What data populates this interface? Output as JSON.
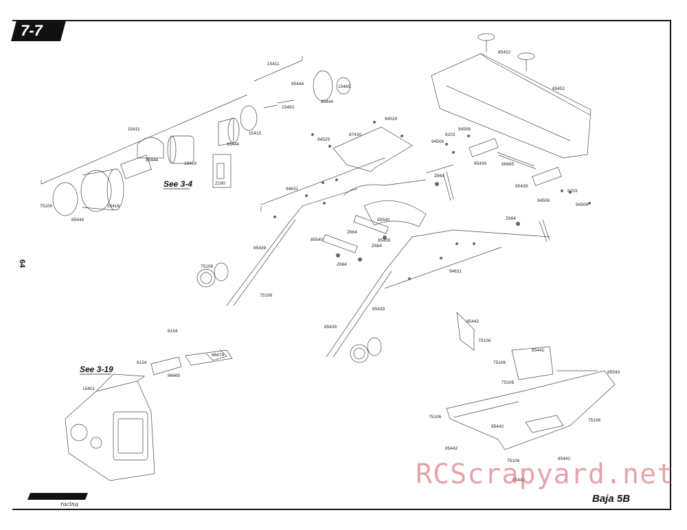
{
  "page": {
    "section": "7-7",
    "page_number": "64"
  },
  "references": {
    "see_3_4": "See 3-4",
    "see_3_19": "See 3-19"
  },
  "parts": {
    "air_filter": [
      "15411",
      "85444",
      "15482",
      "15465",
      "85444",
      "15411",
      "15415",
      "85444",
      "85444",
      "15416",
      "Z190",
      "75106",
      "85444",
      "15416"
    ],
    "wing": [
      "85452",
      "85452",
      "94529",
      "87430",
      "94529",
      "6203",
      "94506",
      "94506",
      "85439",
      "86665",
      "85439",
      "6203",
      "94506",
      "94506"
    ],
    "cage": [
      "94631",
      "Z664",
      "85540",
      "Z664",
      "Z664",
      "85540",
      "Z664",
      "Z664",
      "85439",
      "85439",
      "75106",
      "94631",
      "85439",
      "75106",
      "85439"
    ],
    "exhaust": [
      "6154",
      "86674",
      "6154",
      "86665",
      "15401"
    ],
    "skid": [
      "85442",
      "75106",
      "85442",
      "75106",
      "75106",
      "85543",
      "75106",
      "75106",
      "85442",
      "85442",
      "75106",
      "85442",
      "85442"
    ]
  },
  "logos": {
    "brand": "HPI racing",
    "model": "Baja 5B"
  },
  "watermark": "RCScrapyard.net",
  "colors": {
    "line": "#333333",
    "badge": "#111111",
    "watermark": "#cd5a64"
  }
}
